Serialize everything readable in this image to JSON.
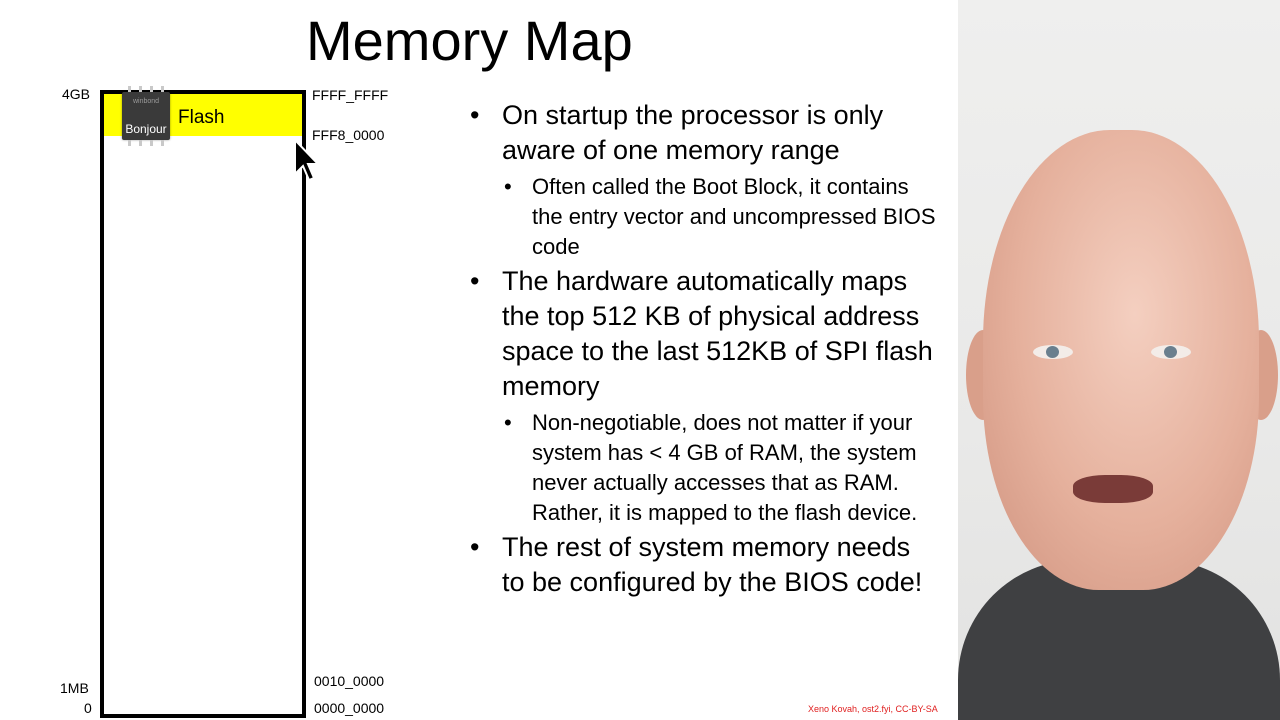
{
  "slide": {
    "title": "Memory Map",
    "map": {
      "left_labels": {
        "top": "4GB",
        "mid": "1MB",
        "bottom": "0"
      },
      "right_labels": {
        "top": "FFFF_FFFF",
        "flash_bottom": "FFF8_0000",
        "mb": "0010_0000",
        "zero": "0000_0000"
      },
      "flash_label": "Flash",
      "chip_label": "Bonjour",
      "chip_brand": "winbond",
      "flash_color": "#ffff00"
    },
    "bullets": [
      {
        "level": 1,
        "text": "On startup the processor is only aware of one memory range"
      },
      {
        "level": 2,
        "text": "Often called the Boot Block, it contains the entry vector and uncompressed BIOS code"
      },
      {
        "level": 1,
        "text": "The hardware automatically maps the top 512 KB of physical address space to the last 512KB of SPI flash memory"
      },
      {
        "level": 2,
        "text": "Non-negotiable, does not matter if your system has < 4 GB of RAM, the system never actually accesses that as RAM.  Rather, it is mapped to the flash device."
      },
      {
        "level": 1,
        "text": "The rest of system memory needs to be configured by the BIOS code!"
      }
    ],
    "credit": "Xeno Kovah, ost2.fyi, CC-BY-SA",
    "credit_color": "#e02020"
  },
  "presenter": {
    "icon": "presenter-video"
  }
}
